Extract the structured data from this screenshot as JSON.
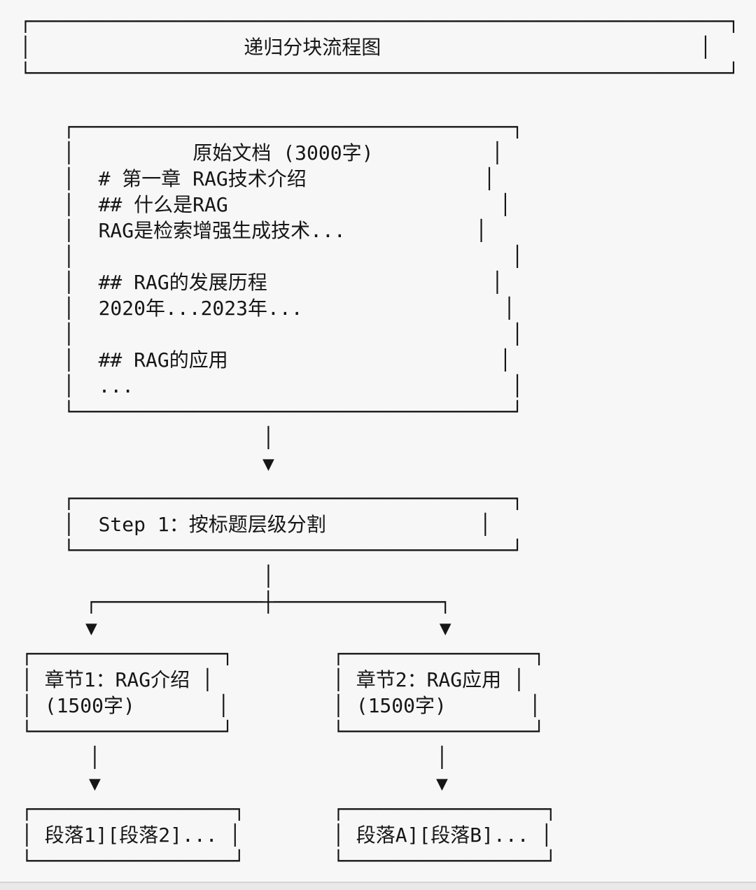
{
  "page": {
    "background": "#f7f7f7",
    "outer_background": "#e9e9e9",
    "divider_color": "#d4d4d4",
    "ink_color": "#161616"
  },
  "flowchart": {
    "title_box": {
      "label": "递归分块流程图",
      "lines": [
        "┌───────────────────────────────────────────────────────────┐",
        "│                  递归分块流程图                           │",
        "└───────────────────────────────────────────────────────────┘"
      ]
    },
    "document_box": {
      "label": "原始文档 (3000字)",
      "lines": [
        "┌─────────────────────────────────────┐",
        "│          原始文档 (3000字)          │",
        "│  # 第一章 RAG技术介绍               │",
        "│  ## 什么是RAG                       │",
        "│  RAG是检索增强生成技术...           │",
        "│                                     │",
        "│  ## RAG的发展历程                   │",
        "│  2020年...2023年...                 │",
        "│                                     │",
        "│  ## RAG的应用                       │",
        "│  ...                                │",
        "└─────────────────────────────────────┘"
      ]
    },
    "connector_document_to_step1": {
      "lines": [
        "│",
        "▼"
      ]
    },
    "step1_box": {
      "label": "Step 1：按标题层级分割",
      "lines": [
        "┌─────────────────────────────────────┐",
        "│  Step 1：按标题层级分割             │",
        "└─────────────────────────────────────┘"
      ]
    },
    "connector_step1_to_branch": {
      "lines": [
        "│"
      ]
    },
    "branch_connector": {
      "lines": [
        "┌──────────────┼──────────────┐",
        "▼                             ▼"
      ]
    },
    "chapter1_box": {
      "label": "章节1：RAG介绍 (1500字)",
      "lines": [
        "┌────────────────┐",
        "│ 章节1：RAG介绍 │",
        "│ (1500字)       │",
        "└────────────────┘"
      ]
    },
    "chapter2_box": {
      "label": "章节2：RAG应用 (1500字)",
      "lines": [
        "┌────────────────┐",
        "│ 章节2：RAG应用 │",
        "│ (1500字)       │",
        "└────────────────┘"
      ]
    },
    "connector_chapter1_to_chunks": {
      "lines": [
        "│",
        "▼"
      ]
    },
    "connector_chapter2_to_chunks": {
      "lines": [
        "│",
        "▼"
      ]
    },
    "chunk1_box": {
      "label": "段落1][段落2]...",
      "lines": [
        "┌─────────────────┐",
        "│ 段落1][段落2]... │",
        "└─────────────────┘"
      ]
    },
    "chunk2_box": {
      "label": "段落A][段落B]...",
      "lines": [
        "┌─────────────────┐",
        "│ 段落A][段落B]... │",
        "└─────────────────┘"
      ]
    }
  }
}
